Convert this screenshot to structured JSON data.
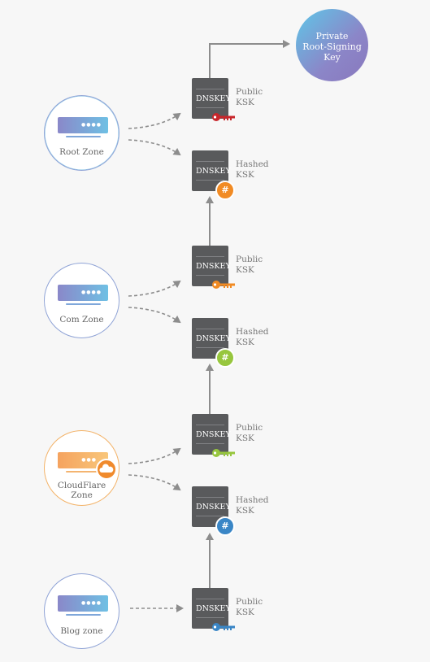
{
  "root_key": {
    "lines": [
      "Private",
      "Root-Signing",
      "Key"
    ]
  },
  "zones": [
    {
      "name": "Root Zone"
    },
    {
      "name": "Com Zone"
    },
    {
      "name": "CloudFlare Zone",
      "lines": [
        "CloudFlare",
        "Zone"
      ]
    },
    {
      "name": "Blog zone"
    }
  ],
  "dnskey_label": "DNSKEY",
  "keys": [
    {
      "lines": [
        "Public",
        "KSK"
      ],
      "badge": "key-icon",
      "color": "#c8262b"
    },
    {
      "lines": [
        "Hashed",
        "KSK"
      ],
      "badge": "#",
      "color": "#f18b24"
    },
    {
      "lines": [
        "Public",
        "KSK"
      ],
      "badge": "key-icon",
      "color": "#f18b24"
    },
    {
      "lines": [
        "Hashed",
        "KSK"
      ],
      "badge": "#",
      "color": "#97c63e"
    },
    {
      "lines": [
        "Public",
        "KSK"
      ],
      "badge": "key-icon",
      "color": "#97c63e"
    },
    {
      "lines": [
        "Hashed",
        "KSK"
      ],
      "badge": "#",
      "color": "#3a86c6"
    },
    {
      "lines": [
        "Public",
        "KSK"
      ],
      "badge": "key-icon",
      "color": "#3a86c6"
    }
  ]
}
